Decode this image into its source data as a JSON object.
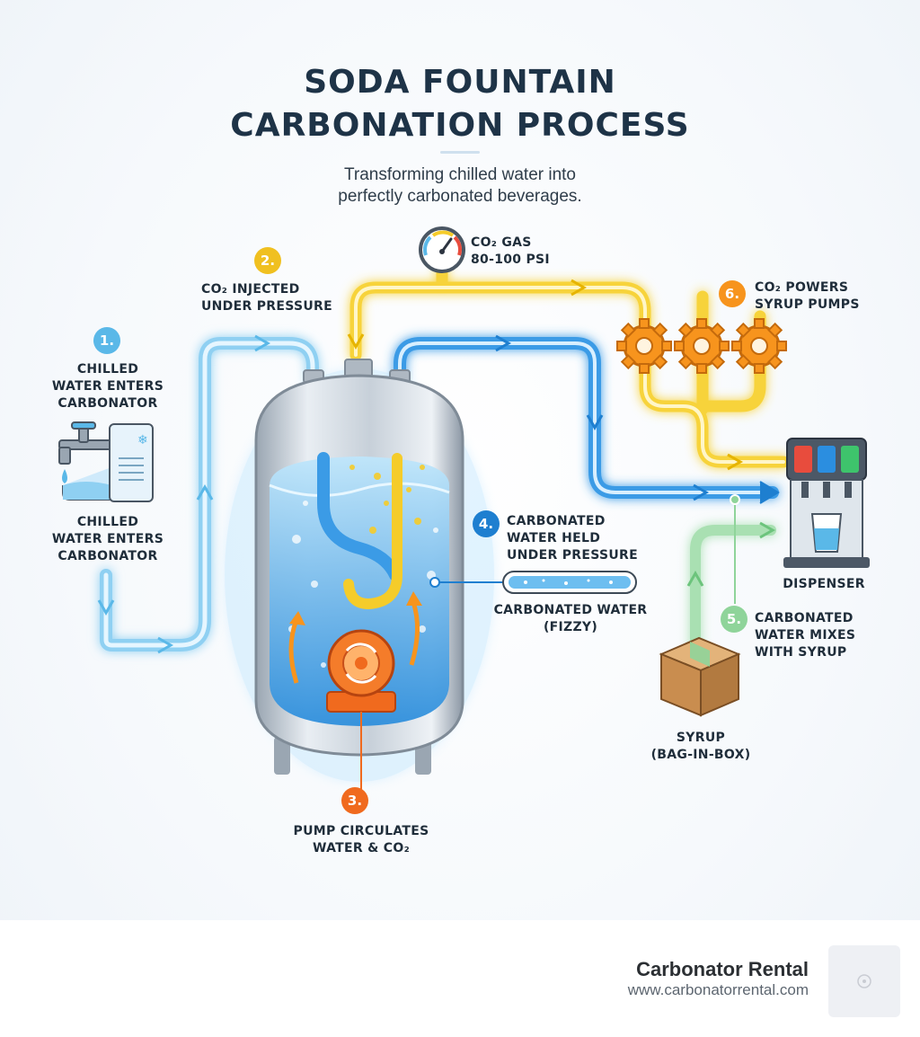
{
  "title_line1": "SODA FOUNTAIN",
  "title_line2": "CARBONATION PROCESS",
  "subtitle_line1": "Transforming chilled water into",
  "subtitle_line2": "perfectly carbonated beverages.",
  "steps": [
    {
      "number": "1.",
      "lines": [
        "CHILLED",
        "WATER ENTERS",
        "CARBONATOR"
      ],
      "color": "#5ab8e8"
    },
    {
      "number": "2.",
      "lines": [
        "CO₂ INJECTED",
        "UNDER PRESSURE"
      ],
      "color": "#f0c020"
    },
    {
      "number": "3.",
      "lines": [
        "PUMP CIRCULATES",
        "WATER & CO₂"
      ],
      "color": "#f06a1e"
    },
    {
      "number": "4.",
      "lines": [
        "CARBONATED",
        "WATER HELD",
        "UNDER PRESSURE"
      ],
      "color": "#1e7fd0"
    },
    {
      "number": "5.",
      "lines": [
        "CARBONATED",
        "WATER MIXES",
        "WITH SYRUP"
      ],
      "color": "#8fd49a"
    },
    {
      "number": "6.",
      "lines": [
        "CO₂ POWERS",
        "SYRUP PUMPS"
      ],
      "color": "#f7941d"
    }
  ],
  "chilled_water_lines": [
    "CHILLED",
    "WATER ENTERS",
    "CARBONATOR"
  ],
  "gauge_lines": [
    "CO₂ GAS",
    "80-100 PSI"
  ],
  "fizzy_lines": [
    "CARBONATED WATER",
    "(FIZZY)"
  ],
  "dispenser_label": "DISPENSER",
  "syrup_lines": [
    "SYRUP",
    "(BAG-IN-BOX)"
  ],
  "brand": {
    "name": "Carbonator Rental",
    "url": "www.carbonatorrental.com"
  },
  "colors": {
    "water": "#7cc6ef",
    "co2": "#f5cc2a",
    "carbonated": "#2b8ee0",
    "syrup": "#8fd49a",
    "pump": "#f06a1e",
    "gear": "#f7941d"
  },
  "icons": [
    "faucet-icon",
    "chiller-icon",
    "pressure-gauge-icon",
    "gear-icon",
    "pump-icon",
    "dispenser-icon",
    "syrup-box-icon",
    "tank-icon"
  ]
}
